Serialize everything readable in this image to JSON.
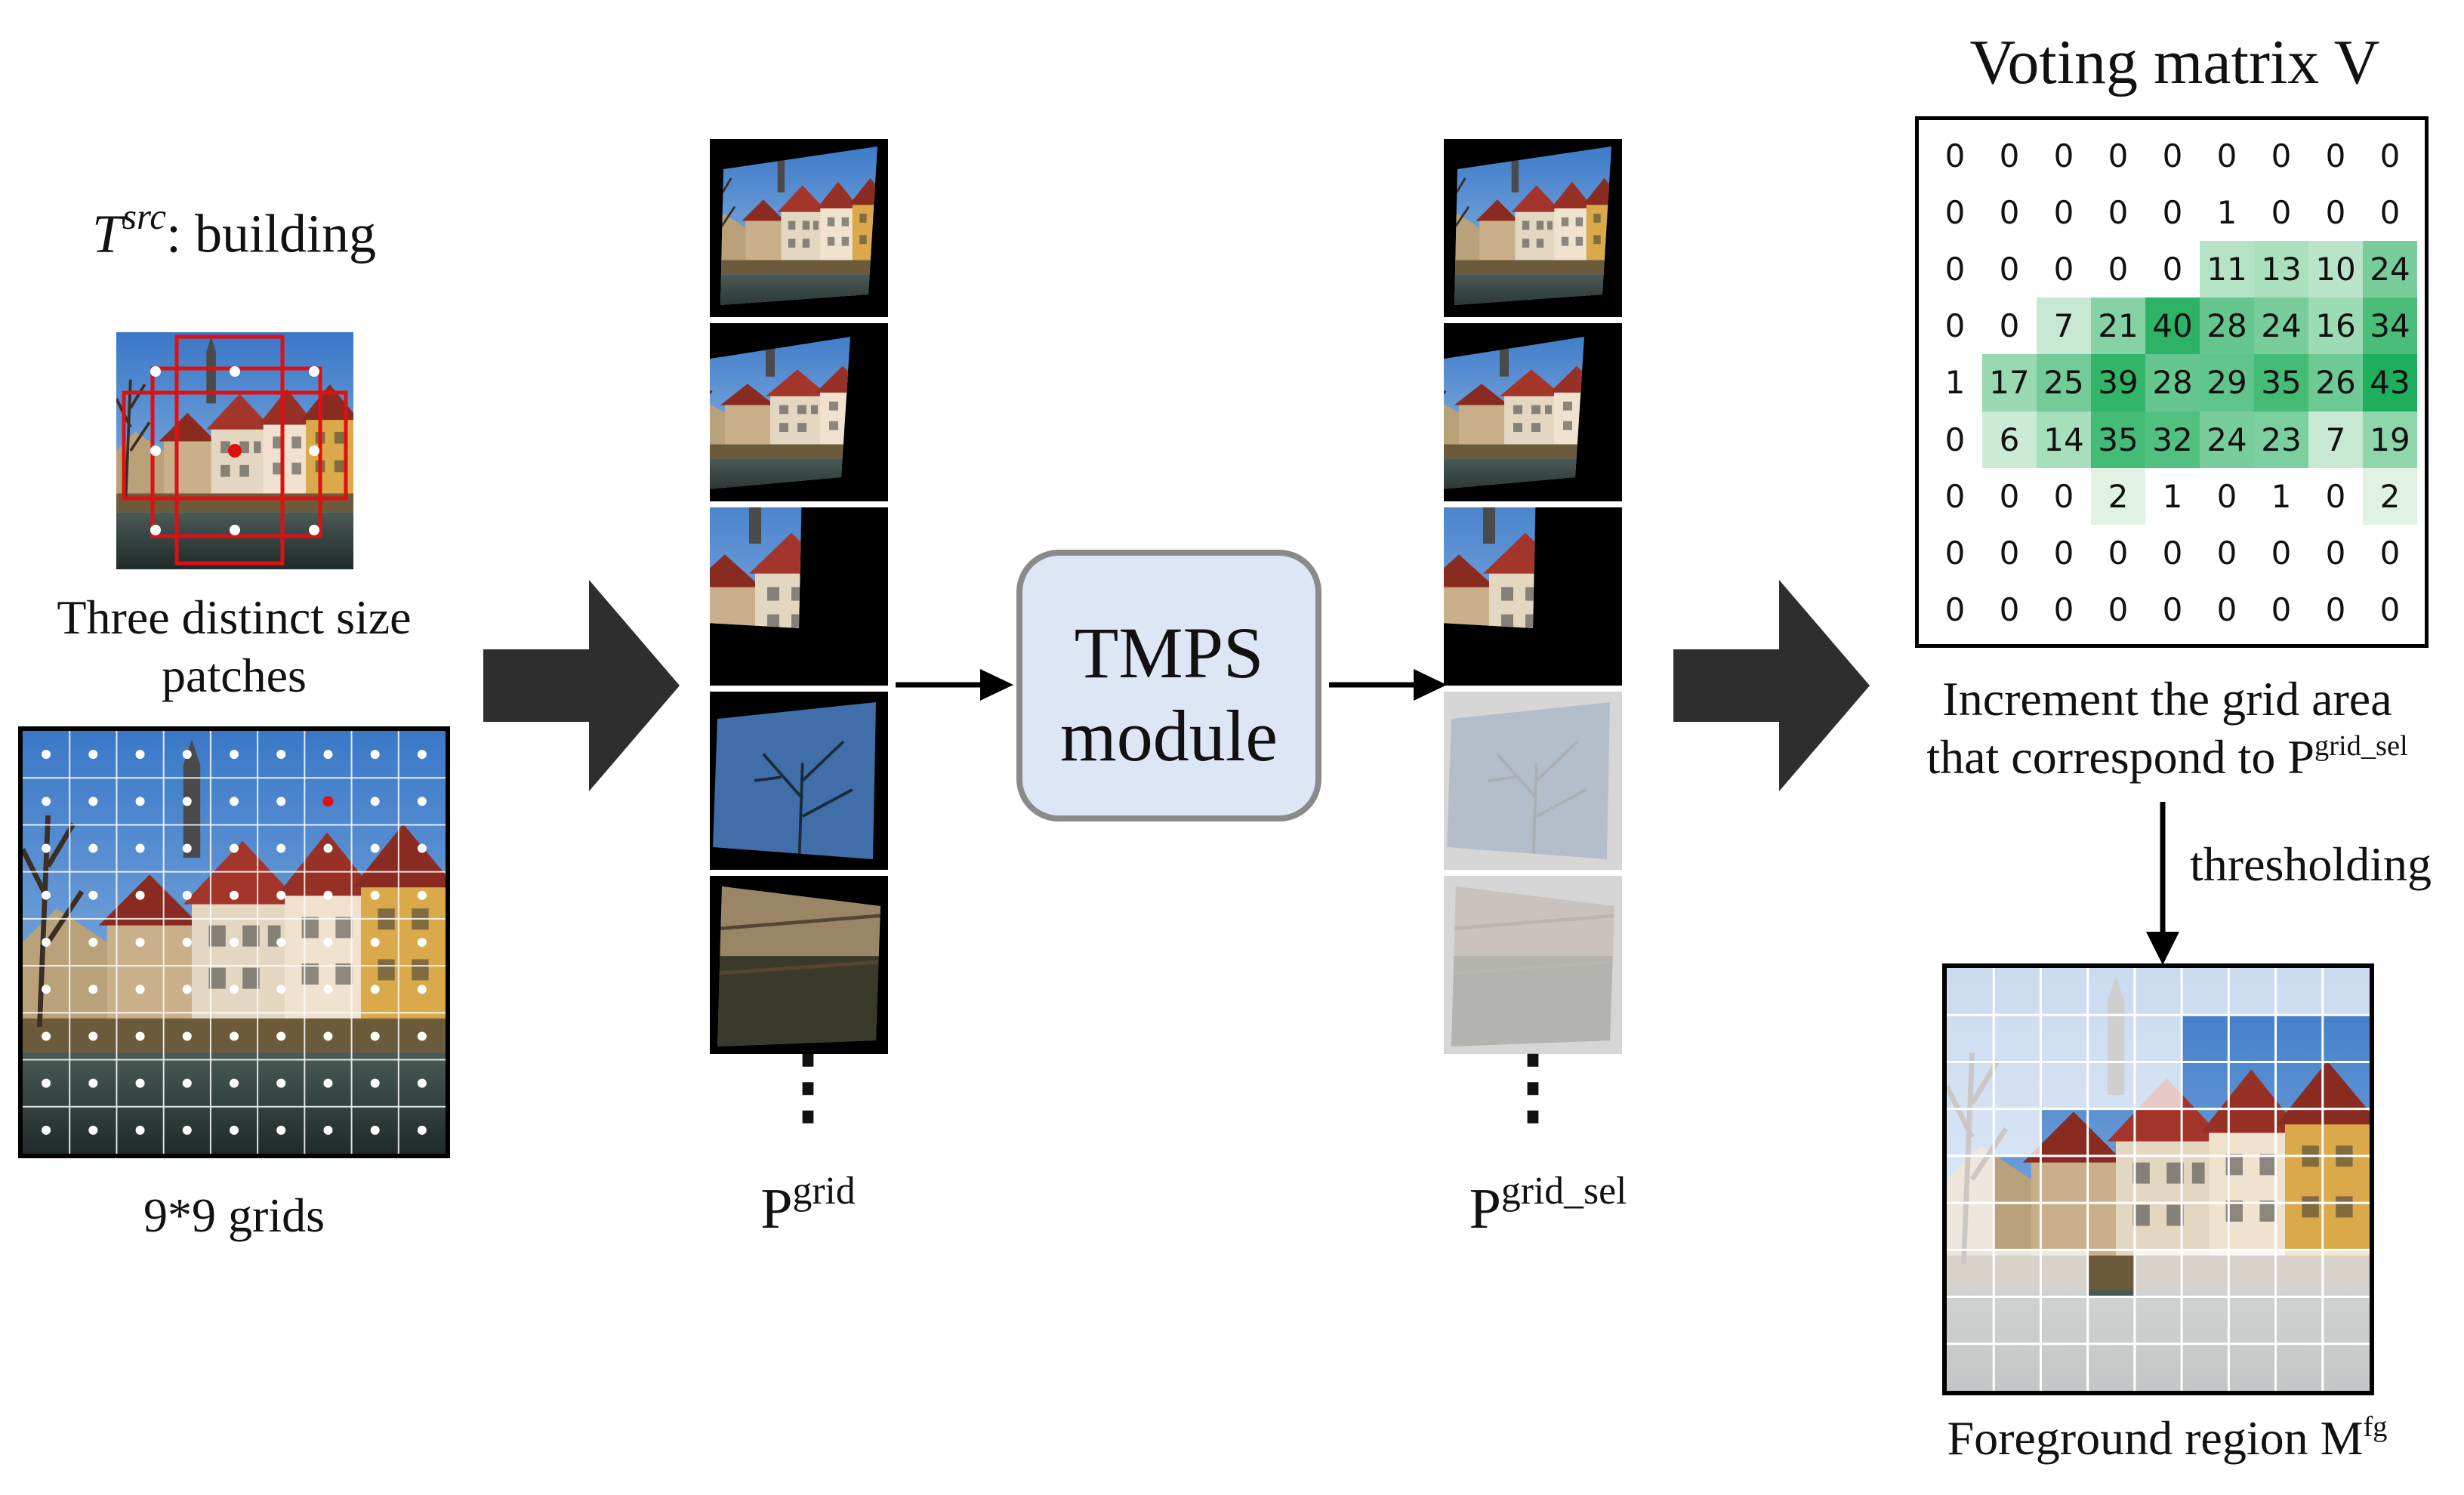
{
  "source_block": {
    "title_symbol": "T",
    "title_sup": "src",
    "title_rest": ": building",
    "patch_caption": "Three distinct size\npatches",
    "grid_caption": "9*9 grids"
  },
  "patches_column": {
    "label_main": "P",
    "label_sup": "grid",
    "ellipsis": "⋮"
  },
  "module": {
    "label_line1": "TMPS",
    "label_line2": "module",
    "fill": "#dde6f5",
    "border": "#8a8a8a"
  },
  "selected_column": {
    "label_main": "P",
    "label_sup": "grid_sel",
    "ellipsis": "⋮"
  },
  "voting": {
    "title": "Voting matrix V",
    "matrix": [
      [
        0,
        0,
        0,
        0,
        0,
        0,
        0,
        0,
        0
      ],
      [
        0,
        0,
        0,
        0,
        0,
        1,
        0,
        0,
        0
      ],
      [
        0,
        0,
        0,
        0,
        0,
        11,
        13,
        10,
        24
      ],
      [
        0,
        0,
        7,
        21,
        40,
        28,
        24,
        16,
        34
      ],
      [
        1,
        17,
        25,
        39,
        28,
        29,
        35,
        26,
        43
      ],
      [
        0,
        6,
        14,
        35,
        32,
        24,
        23,
        7,
        19
      ],
      [
        0,
        0,
        0,
        2,
        1,
        0,
        1,
        0,
        2
      ],
      [
        0,
        0,
        0,
        0,
        0,
        0,
        0,
        0,
        0
      ],
      [
        0,
        0,
        0,
        0,
        0,
        0,
        0,
        0,
        0
      ]
    ],
    "caption_line1": "Increment the grid area",
    "caption_line2": "that correspond to P",
    "caption_sup": "grid_sel"
  },
  "threshold": {
    "label": "thresholding"
  },
  "foreground": {
    "caption": "Foreground region M",
    "caption_sup": "fg",
    "mask": [
      [
        0,
        0,
        0,
        0,
        0,
        0,
        0,
        0,
        0
      ],
      [
        0,
        0,
        0,
        0,
        0,
        1,
        1,
        1,
        1
      ],
      [
        0,
        0,
        0,
        0,
        0,
        1,
        1,
        1,
        1
      ],
      [
        0,
        0,
        1,
        1,
        1,
        1,
        1,
        1,
        1
      ],
      [
        0,
        1,
        1,
        1,
        1,
        1,
        1,
        1,
        1
      ],
      [
        0,
        1,
        1,
        1,
        1,
        1,
        1,
        1,
        1
      ],
      [
        0,
        0,
        0,
        1,
        0,
        0,
        0,
        0,
        0
      ],
      [
        0,
        0,
        0,
        0,
        0,
        0,
        0,
        0,
        0
      ],
      [
        0,
        0,
        0,
        0,
        0,
        0,
        0,
        0,
        0
      ]
    ]
  },
  "colors": {
    "arrow": "#2e2e2e",
    "patch_red": "#e01010",
    "heat_low": "#e8f5ea",
    "heat_high": "#1fae5b"
  }
}
